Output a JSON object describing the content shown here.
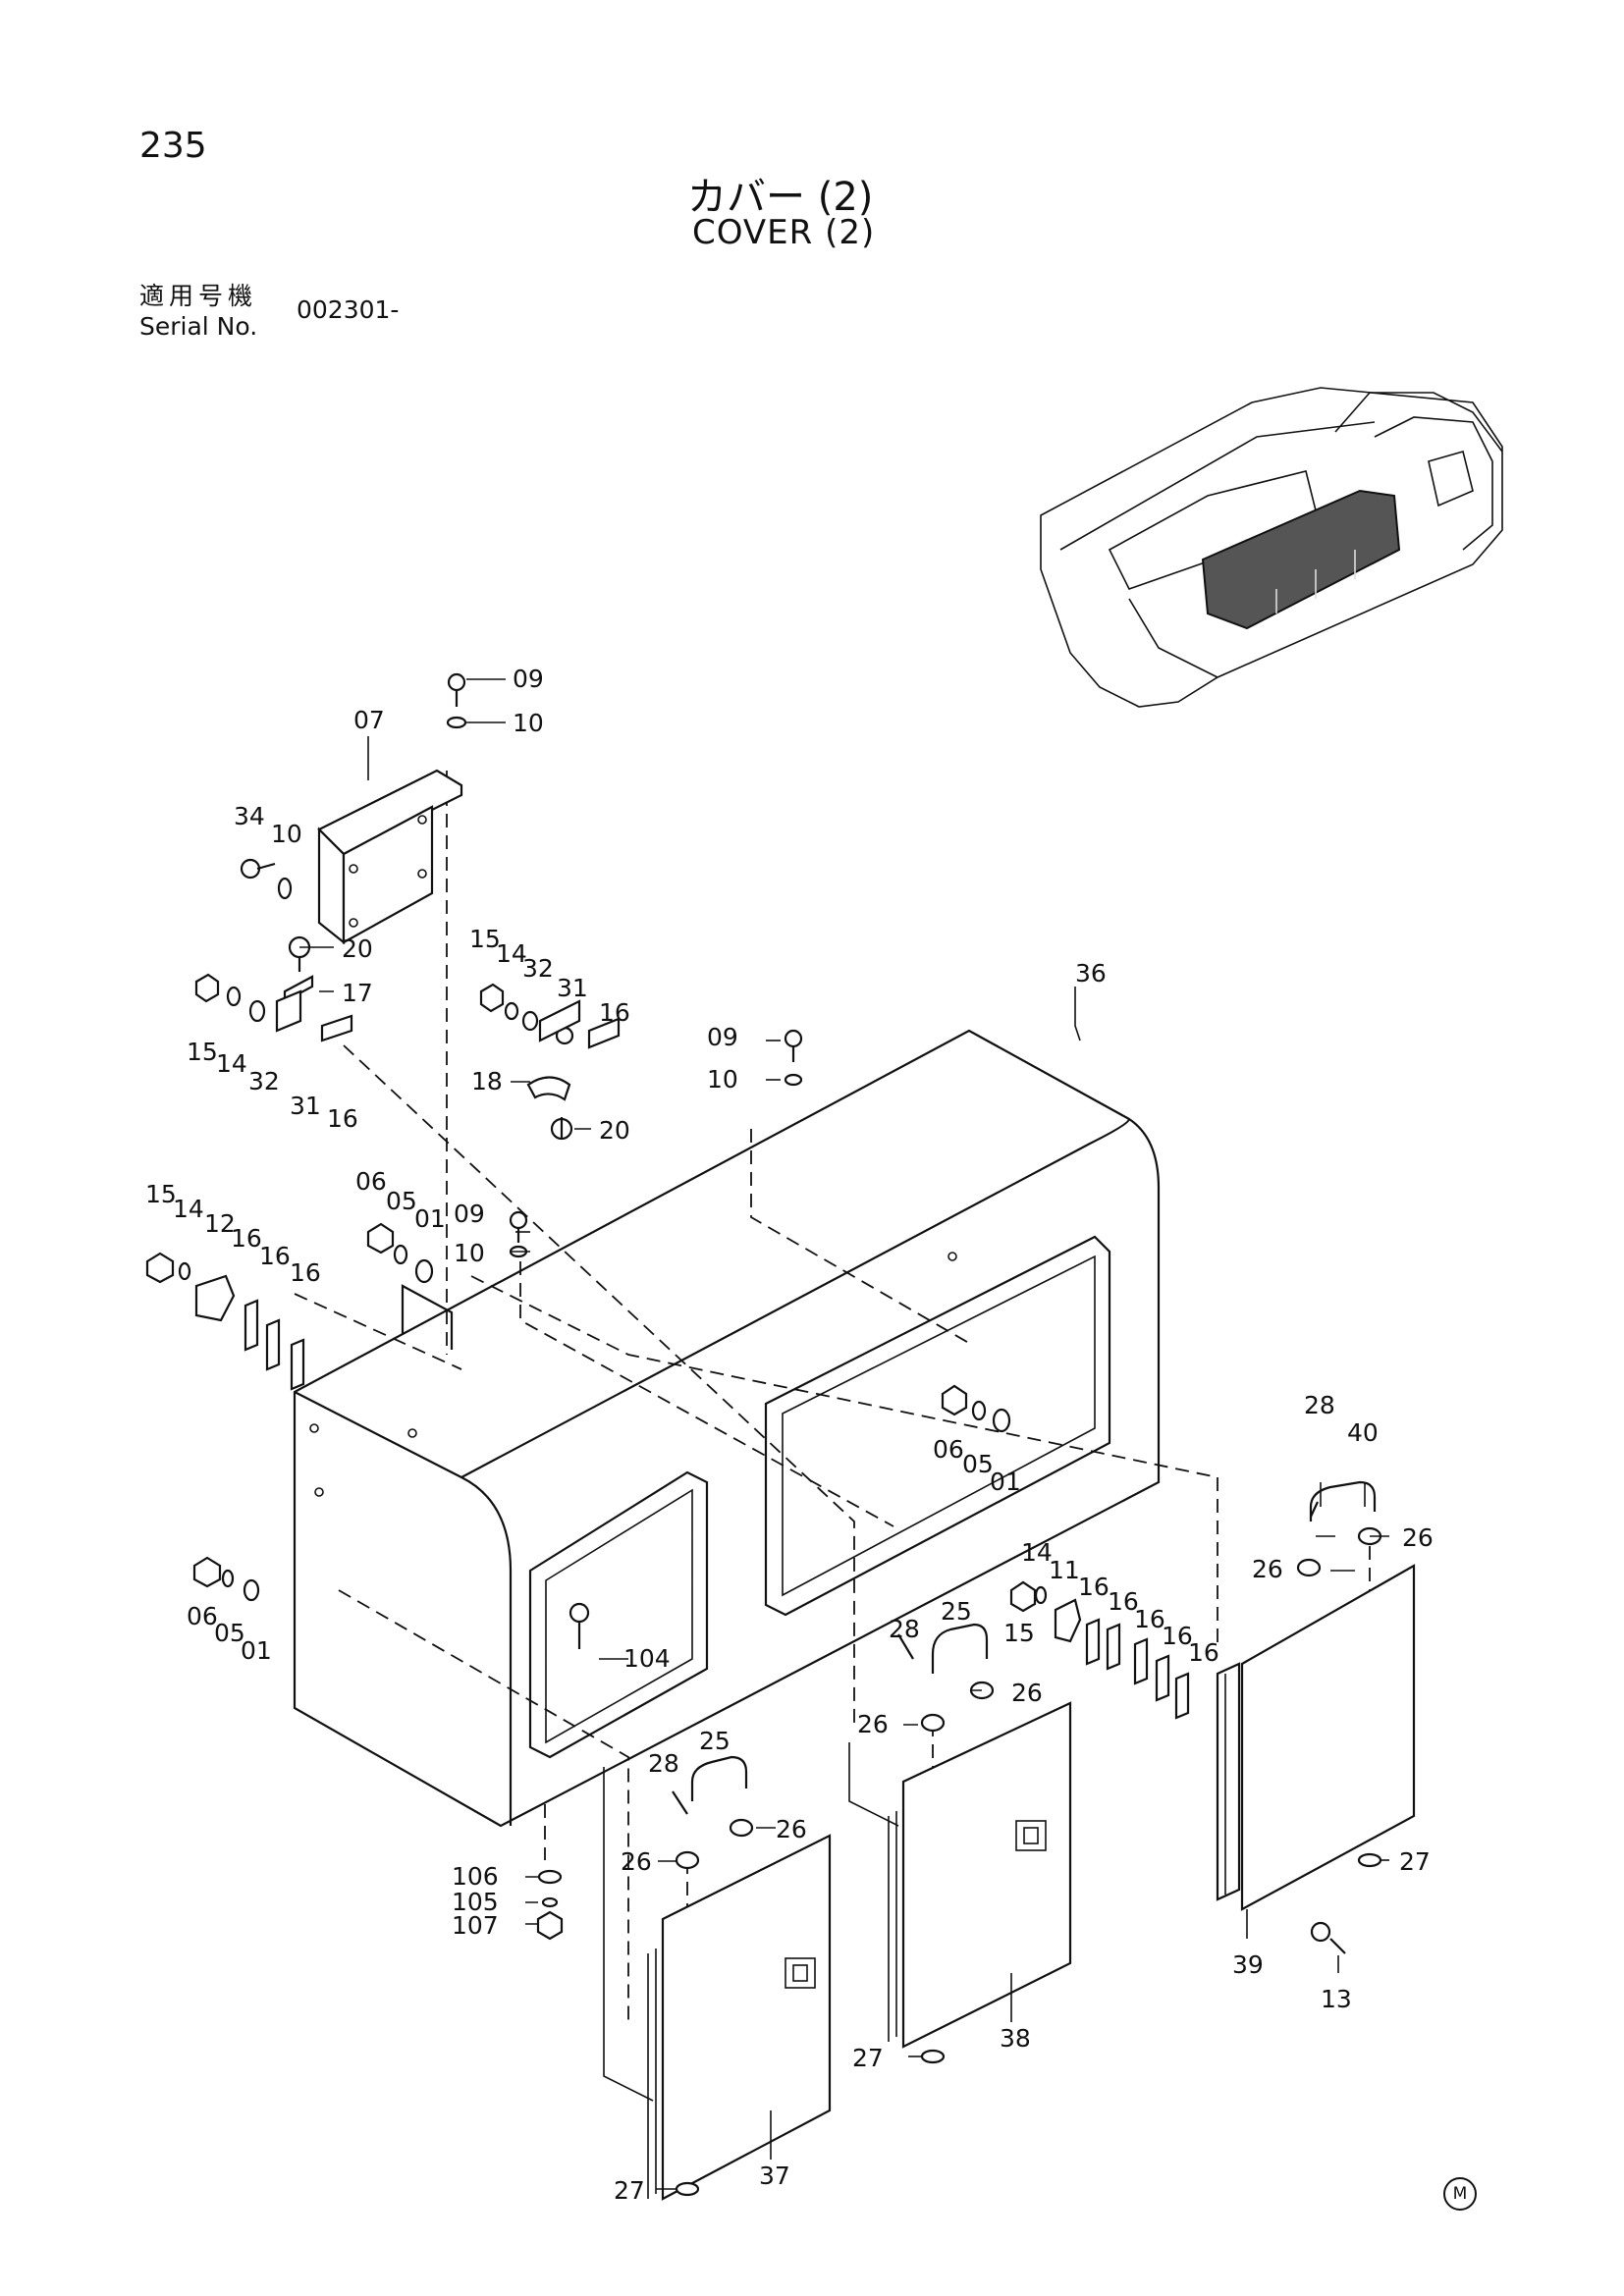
{
  "page_number": "235",
  "title_jp": "カバー (2)",
  "title_en": "COVER (2)",
  "serial": {
    "label_jp": "適用号機",
    "label_en": "Serial No.",
    "value": "002301-"
  },
  "brand_mark": "M",
  "part_labels": [
    {
      "id": "p09a",
      "text": "09"
    },
    {
      "id": "p10a",
      "text": "10"
    },
    {
      "id": "p07",
      "text": "07"
    },
    {
      "id": "p34",
      "text": "34"
    },
    {
      "id": "p10b",
      "text": "10"
    },
    {
      "id": "p20a",
      "text": "20"
    },
    {
      "id": "p17",
      "text": "17"
    },
    {
      "id": "p15a",
      "text": "15"
    },
    {
      "id": "p14a",
      "text": "14"
    },
    {
      "id": "p32a",
      "text": "32"
    },
    {
      "id": "p31a",
      "text": "31"
    },
    {
      "id": "p16a",
      "text": "16"
    },
    {
      "id": "p15b",
      "text": "15"
    },
    {
      "id": "p14b",
      "text": "14"
    },
    {
      "id": "p32b",
      "text": "32"
    },
    {
      "id": "p31b",
      "text": "31"
    },
    {
      "id": "p16b",
      "text": "16"
    },
    {
      "id": "p18",
      "text": "18"
    },
    {
      "id": "p20b",
      "text": "20"
    },
    {
      "id": "p09b",
      "text": "09"
    },
    {
      "id": "p10c",
      "text": "10"
    },
    {
      "id": "p36",
      "text": "36"
    },
    {
      "id": "p15c",
      "text": "15"
    },
    {
      "id": "p14c",
      "text": "14"
    },
    {
      "id": "p12",
      "text": "12"
    },
    {
      "id": "p16c",
      "text": "16"
    },
    {
      "id": "p16d",
      "text": "16"
    },
    {
      "id": "p16e",
      "text": "16"
    },
    {
      "id": "p06a",
      "text": "06"
    },
    {
      "id": "p05a",
      "text": "05"
    },
    {
      "id": "p01a",
      "text": "01"
    },
    {
      "id": "p09c",
      "text": "09"
    },
    {
      "id": "p10d",
      "text": "10"
    },
    {
      "id": "p06b",
      "text": "06"
    },
    {
      "id": "p05b",
      "text": "05"
    },
    {
      "id": "p01b",
      "text": "01"
    },
    {
      "id": "p28a",
      "text": "28"
    },
    {
      "id": "p40",
      "text": "40"
    },
    {
      "id": "p26a",
      "text": "26"
    },
    {
      "id": "p26b",
      "text": "26"
    },
    {
      "id": "p06c",
      "text": "06"
    },
    {
      "id": "p05c",
      "text": "05"
    },
    {
      "id": "p01c",
      "text": "01"
    },
    {
      "id": "p104",
      "text": "104"
    },
    {
      "id": "p14d",
      "text": "14"
    },
    {
      "id": "p11",
      "text": "11"
    },
    {
      "id": "p16f",
      "text": "16"
    },
    {
      "id": "p16g",
      "text": "16"
    },
    {
      "id": "p16h",
      "text": "16"
    },
    {
      "id": "p16i",
      "text": "16"
    },
    {
      "id": "p16j",
      "text": "16"
    },
    {
      "id": "p15d",
      "text": "15"
    },
    {
      "id": "p25a",
      "text": "25"
    },
    {
      "id": "p28b",
      "text": "28"
    },
    {
      "id": "p26c",
      "text": "26"
    },
    {
      "id": "p26d",
      "text": "26"
    },
    {
      "id": "p28c",
      "text": "28"
    },
    {
      "id": "p25b",
      "text": "25"
    },
    {
      "id": "p26e",
      "text": "26"
    },
    {
      "id": "p26f",
      "text": "26"
    },
    {
      "id": "p27a",
      "text": "27"
    },
    {
      "id": "p39",
      "text": "39"
    },
    {
      "id": "p13",
      "text": "13"
    },
    {
      "id": "p106",
      "text": "106"
    },
    {
      "id": "p105",
      "text": "105"
    },
    {
      "id": "p107",
      "text": "107"
    },
    {
      "id": "p38",
      "text": "38"
    },
    {
      "id": "p27b",
      "text": "27"
    },
    {
      "id": "p37",
      "text": "37"
    },
    {
      "id": "p27c",
      "text": "27"
    }
  ]
}
